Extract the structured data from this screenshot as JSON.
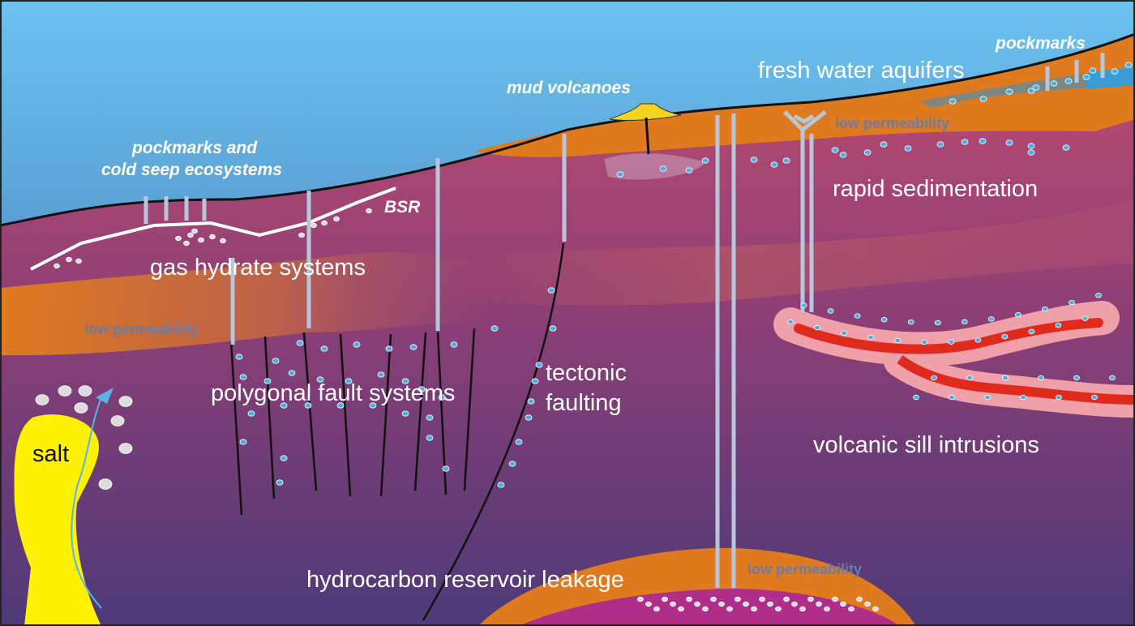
{
  "labels": {
    "fresh_water": "fresh water aquifers",
    "pockmarks_right": "pockmarks",
    "mud_volcanoes": "mud volcanoes",
    "pockmarks_cold_1": "pockmarks and",
    "pockmarks_cold_2": "cold seep ecosystems",
    "bsr": "BSR",
    "gas_hydrate": "gas hydrate systems",
    "low_perm_left": "low permeability",
    "low_perm_top": "low permeability",
    "low_perm_bottom": "low permeability",
    "rapid_sed": "rapid sedimentation",
    "polygonal": "polygonal fault systems",
    "tectonic_1": "tectonic",
    "tectonic_2": "faulting",
    "salt": "salt",
    "sill": "volcanic sill intrusions",
    "reservoir": "hydrocarbon reservoir leakage"
  },
  "colors": {
    "sea_top": "#6cc3ef",
    "sea_bottom": "#3a63a6",
    "sediment_top": "#b94a72",
    "sediment_bottom": "#533a78",
    "low_permeability_layer": "#e07a1e",
    "salt": "#fff200",
    "sill": "#e02a1e",
    "sill_halo": "#f0a0a8",
    "reservoir": "#b02d8a",
    "pipes": "#b8c6dc",
    "fluid_bubbles": "#4ab0e0"
  }
}
